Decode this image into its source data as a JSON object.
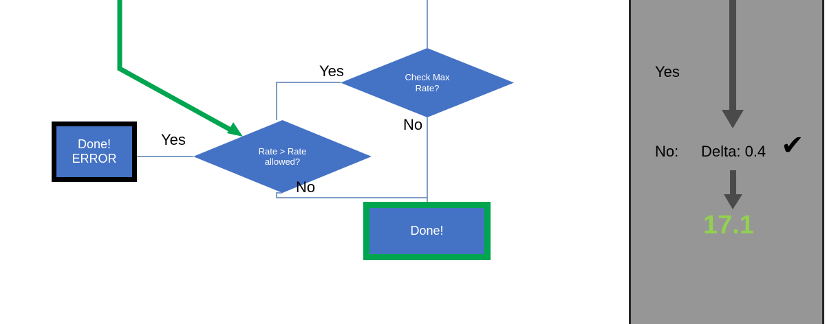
{
  "slide": {
    "background": "#ffffff",
    "accent_blue": "#4472C4",
    "accent_green": "#00A550",
    "highlight_green": "#92D050",
    "panel_gray": "#969696",
    "arrow_gray": "#4A4A4A",
    "border_black": "#000000"
  },
  "flowchart": {
    "nodes": [
      {
        "id": "check-max-rate",
        "shape": "diamond",
        "label": "Check Max\nRate?",
        "fill": "#4472C4"
      },
      {
        "id": "rate-gt-rate-allowed",
        "shape": "diamond",
        "label": "Rate > Rate\nallowed?",
        "fill": "#4472C4"
      },
      {
        "id": "done-error",
        "shape": "rectangle",
        "label": "Done!\nERROR",
        "fill": "#4472C4",
        "outline": "#000000"
      },
      {
        "id": "done",
        "shape": "rectangle",
        "label": "Done!",
        "fill": "#4472C4",
        "outline": "#00A550"
      }
    ],
    "edge_labels": {
      "yes_from_check_max": "Yes",
      "no_from_check_max": "No",
      "yes_to_error": "Yes",
      "no_from_rate": "No"
    }
  },
  "side_panel": {
    "yes_label": "Yes",
    "no_label": "No:",
    "delta_label": "Delta: 0.4",
    "check_glyph": "✔",
    "result_value": "17.1"
  }
}
